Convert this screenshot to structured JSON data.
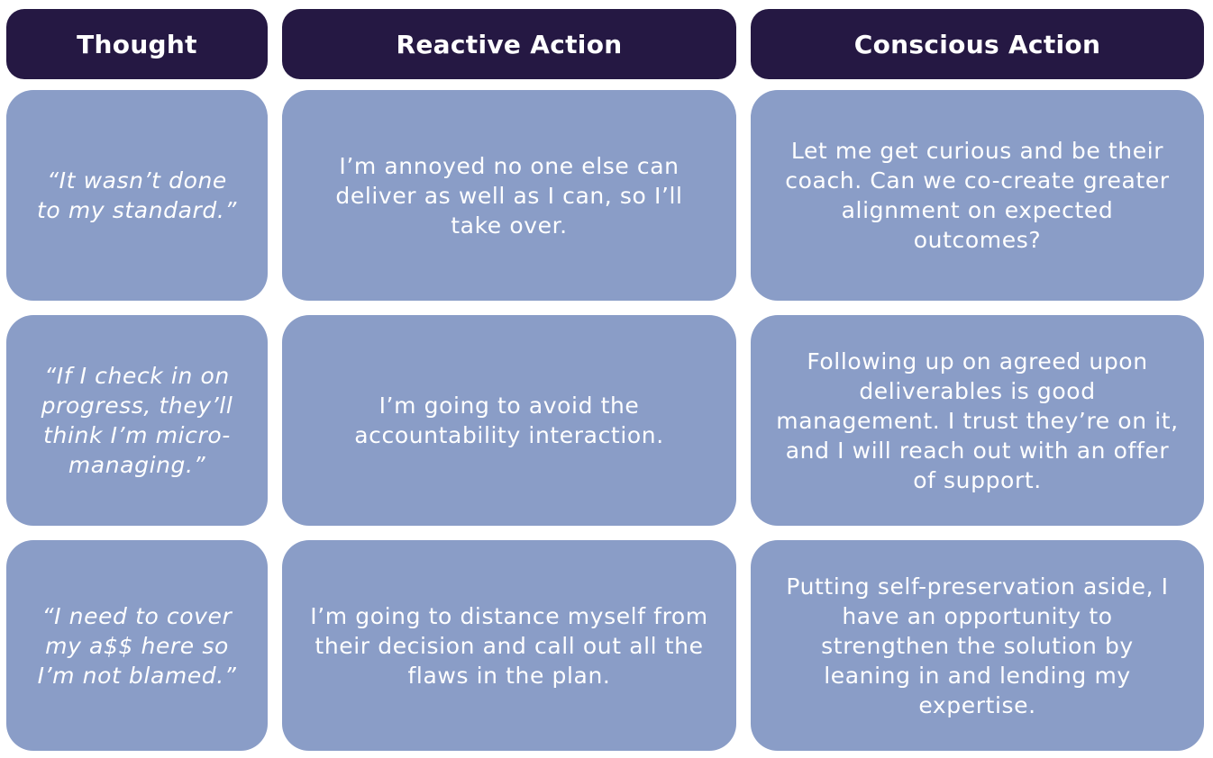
{
  "headers": {
    "thought": "Thought",
    "reactive": "Reactive Action",
    "conscious": "Conscious Action"
  },
  "rows": [
    {
      "thought": "“It wasn’t done to my standard.”",
      "reactive": "I’m annoyed no one else can deliver as well as I can, so I’ll take over.",
      "conscious": "Let me get curious and be their coach.  Can we co-create greater alignment on expected outcomes?"
    },
    {
      "thought": "“If I check in on progress, they’ll think I’m micro-managing.”",
      "reactive": "I’m going to avoid the accountability interaction.",
      "conscious": "Following up on agreed upon deliverables is good management. I trust they’re on it, and I will reach out with an offer of support."
    },
    {
      "thought": "“I need to cover my a$$ here so I’m not blamed.”",
      "reactive": "I’m going to distance myself from their decision and call out all the flaws in the plan.",
      "conscious": "Putting self-preservation aside, I have an opportunity to strengthen the solution by leaning in and lending my expertise."
    }
  ],
  "colors": {
    "header_bg": "#251843",
    "cell_bg": "#8a9dc7",
    "text": "#ffffff"
  }
}
